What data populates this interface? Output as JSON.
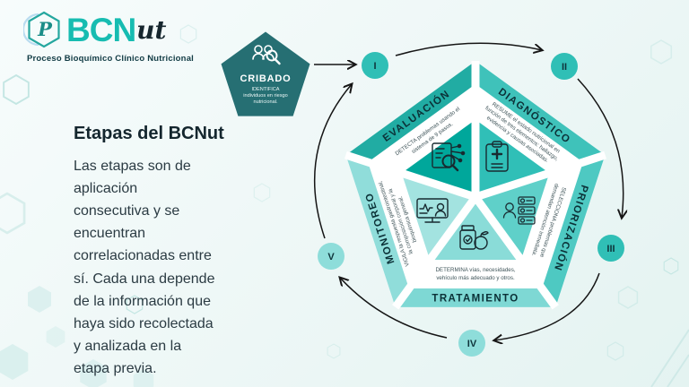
{
  "brand": {
    "monogram": "P",
    "name": "BCN",
    "suffix": "ut",
    "tagline": "Proceso Bioquímico Clínico Nutricional"
  },
  "intro": {
    "title": "Etapas del BCNut",
    "body": "Las etapas son de\naplicación\nconsecutiva y se\nencuentran\ncorrelacionadas entre\nsí. Cada una depende\nde la información que\nhaya sido recolectada\ny analizada en la\netapa previa."
  },
  "cribado": {
    "title": "CRIBADO",
    "desc": [
      "IDENTIFICA",
      "individuos en riesgo",
      "nutricional."
    ]
  },
  "stages": [
    {
      "numeral": "I",
      "name": "EVALUACIÓN",
      "desc": [
        "DETECTA problemas usando el",
        "sistema de 9 pasos."
      ]
    },
    {
      "numeral": "II",
      "name": "DIAGNÓSTICO",
      "desc": [
        "RESUME el estado nutricional en",
        "función de tres elementos: hallazgo,",
        "evidencia y causas asociadas."
      ]
    },
    {
      "numeral": "III",
      "name": "PRIORIZACIÓN",
      "desc": [
        "SELECCIONA problemas que",
        "demandan atención inmediata."
      ]
    },
    {
      "numeral": "IV",
      "name": "TRATAMIENTO",
      "desc": [
        "DETERMINA vías, necesidades,",
        "vehículo más adecuado y otros."
      ]
    },
    {
      "numeral": "V",
      "name": "MONITOREO",
      "desc": [
        "VIGILA la respuesta gastrointestinal,",
        "la composición corporal y la",
        "bioquímica general."
      ]
    }
  ],
  "colors": {
    "brand_accent": "#17bcb1",
    "cribado_fill": "#266f73",
    "band_evaluacion": "#21aca3",
    "inner_evaluacion": "#00a79b",
    "band_diagnostico": "#3fc2ba",
    "inner_diagnostico": "#30bfb7",
    "band_priorizacion": "#4ec9c2",
    "inner_priorizacion": "#5fd0c9",
    "band_tratamiento": "#7ed8d4",
    "inner_tratamiento": "#8adcd8",
    "band_monitoreo": "#90ddda",
    "inner_monitoreo": "#a3e3e0",
    "circle_dark": "#30bfb6",
    "circle_light": "#8eddda"
  }
}
